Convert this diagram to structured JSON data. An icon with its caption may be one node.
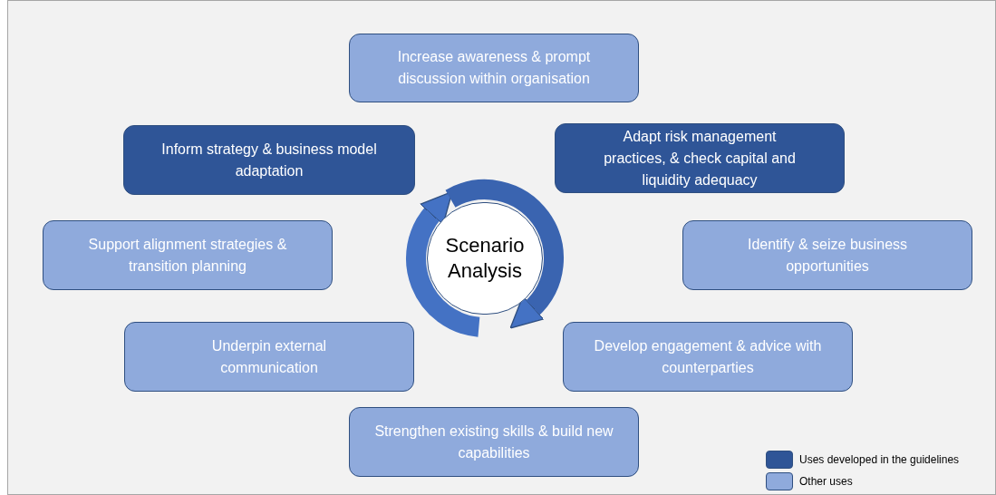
{
  "diagram": {
    "nodes": [
      {
        "text": [
          "Scenario Analysis"
        ]
      },
      {
        "text": [
          "Increase awareness & prompt discussion within organisation"
        ]
      },
      {
        "text": [
          "Inform strategy & business model adaptation"
        ]
      },
      {
        "text": [
          "Adapt risk management practices, & check capital and liquidity adequacy"
        ]
      },
      {
        "text": [
          "Support alignment strategies & transition planning"
        ]
      },
      {
        "text": [
          "Identify & seize business opportunities"
        ]
      },
      {
        "text": [
          "Underpin external communication"
        ]
      },
      {
        "text": [
          "Develop engagement & advice with counterparties"
        ]
      },
      {
        "text": [
          "Strengthen existing skills & build new capabilities"
        ]
      }
    ],
    "legend": [
      {
        "text": "Uses developed in the guidelines",
        "color": "#2f5597"
      },
      {
        "text": "Other uses",
        "color": "#8faadc"
      }
    ]
  }
}
